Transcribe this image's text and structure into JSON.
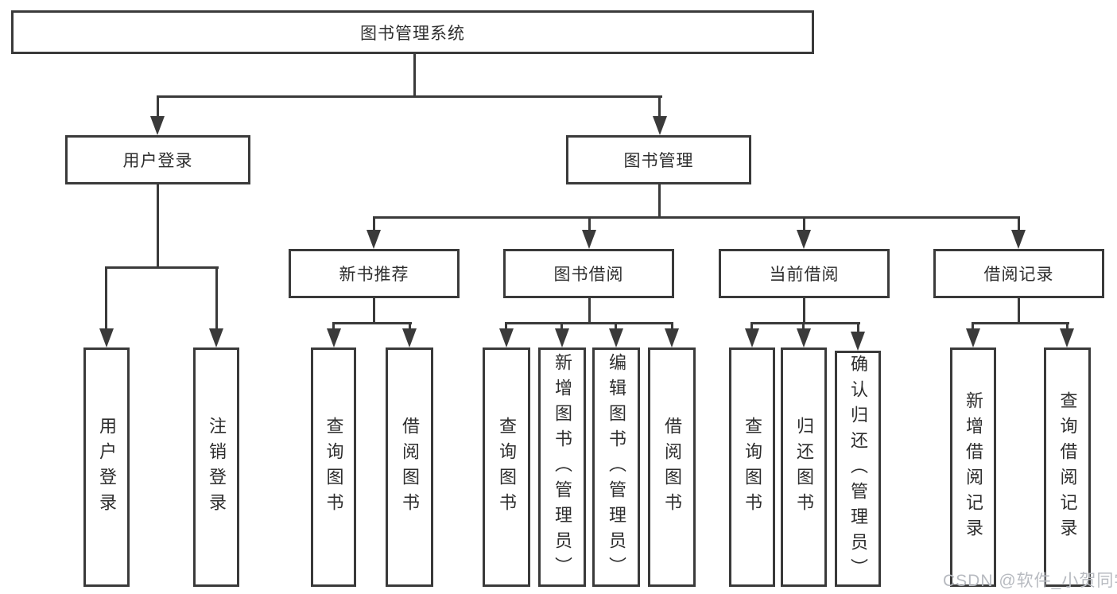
{
  "diagram": {
    "nodes": {
      "root": "图书管理系统",
      "level2": {
        "user_login": "用户登录",
        "book_management": "图书管理"
      },
      "level3": {
        "new_book_recommend": "新书推荐",
        "book_borrowing": "图书借阅",
        "current_borrowing": "当前借阅",
        "borrowing_records": "借阅记录"
      },
      "leaves": {
        "user_login": "用户登录",
        "logout": "注销登录",
        "recommend_query_books": "查询图书",
        "recommend_borrow_books": "借阅图书",
        "borrowing_query_books": "查询图书",
        "borrowing_add_books_admin": "新增图书（管理员）",
        "borrowing_edit_books_admin": "编辑图书（管理员）",
        "borrowing_borrow_books": "借阅图书",
        "current_query_books": "查询图书",
        "current_return_books": "归还图书",
        "current_confirm_return_admin": "确认归还（管理员）",
        "records_add_record": "新增借阅记录",
        "records_query_record": "查询借阅记录"
      }
    },
    "colors": {
      "line": "#3a3a3a",
      "box_border": "#3a3a3a",
      "text": "#2e2e2e",
      "background": "#ffffff"
    }
  },
  "watermark": {
    "text": "CSDN @软件_小贺同学",
    "color": "#b7bac0"
  }
}
